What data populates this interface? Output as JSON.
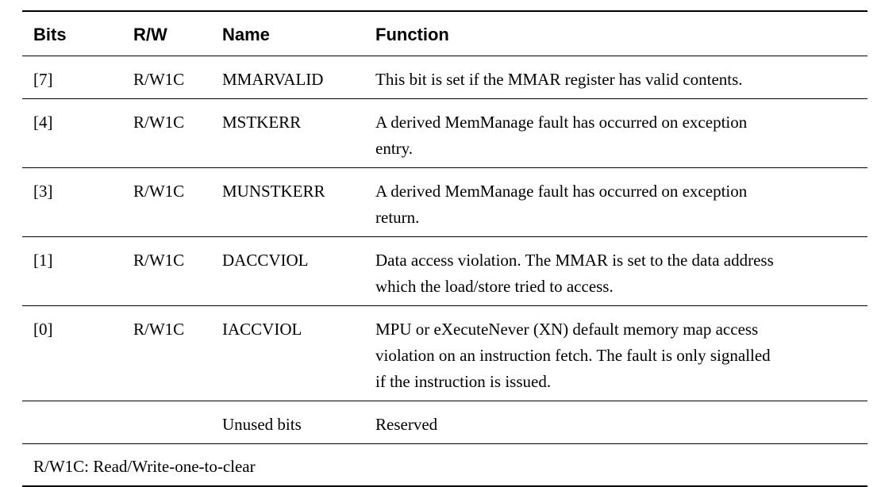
{
  "page": {
    "background_color": "#ffffff",
    "text_color": "#000000"
  },
  "table": {
    "columns": {
      "bits": "Bits",
      "rw": "R/W",
      "name": "Name",
      "function": "Function"
    },
    "rows": [
      {
        "bits": "[7]",
        "rw": "R/W1C",
        "name": "MMARVALID",
        "function": "This bit is set if the MMAR register has valid contents."
      },
      {
        "bits": "[4]",
        "rw": "R/W1C",
        "name": "MSTKERR",
        "function": "A derived MemManage fault has occurred on exception\nentry."
      },
      {
        "bits": "[3]",
        "rw": "R/W1C",
        "name": "MUNSTKERR",
        "function": "A derived MemManage fault has occurred on exception\nreturn."
      },
      {
        "bits": "[1]",
        "rw": "R/W1C",
        "name": "DACCVIOL",
        "function": "Data access violation. The MMAR is set to the data address\nwhich the load/store tried to access."
      },
      {
        "bits": "[0]",
        "rw": "R/W1C",
        "name": "IACCVIOL",
        "function": "MPU or eXecuteNever (XN) default memory map access\nviolation on an instruction fetch. The fault is only signalled\nif the instruction is issued."
      },
      {
        "bits": "",
        "rw": "",
        "name": "Unused bits",
        "function": "Reserved"
      }
    ],
    "footnote": "R/W1C: Read/Write-one-to-clear"
  }
}
